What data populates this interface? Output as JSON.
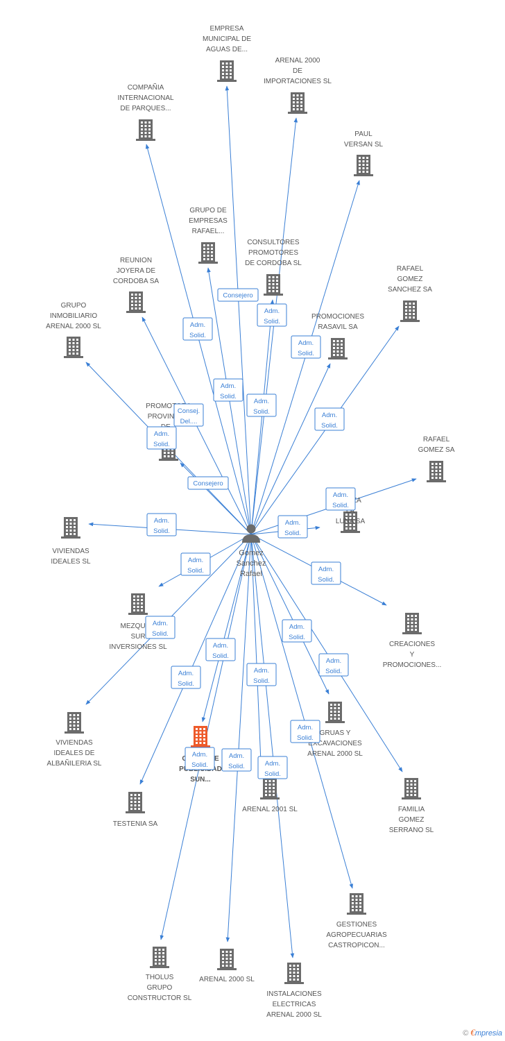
{
  "center": {
    "label": [
      "Gomez",
      "Sanchez",
      "Rafael"
    ]
  },
  "nodes": [
    {
      "id": "empresa-municipal",
      "label": [
        "EMPRESA",
        "MUNICIPAL DE",
        "AGUAS DE..."
      ],
      "edge": ""
    },
    {
      "id": "arenal-importaciones",
      "label": [
        "ARENAL 2000",
        "DE",
        "IMPORTACIONES SL"
      ],
      "edge": ""
    },
    {
      "id": "compania-internacional",
      "label": [
        "COMPAÑIA",
        "INTERNACIONAL",
        "DE PARQUES..."
      ],
      "edge": "Adm. Solid."
    },
    {
      "id": "paul-versan",
      "label": [
        "PAUL",
        "VERSAN SL"
      ],
      "edge": "Adm. Solid."
    },
    {
      "id": "grupo-empresas-rafael",
      "label": [
        "GRUPO DE",
        "EMPRESAS",
        "RAFAEL..."
      ],
      "edge": "Adm. Solid."
    },
    {
      "id": "consultores-promotores",
      "label": [
        "CONSULTORES",
        "PROMOTORES",
        "DE CORDOBA SL"
      ],
      "edge": "Adm. Solid."
    },
    {
      "id": "reunion-joyera",
      "label": [
        "REUNION",
        "JOYERA DE",
        "CORDOBA SA"
      ],
      "edge": "Consej. Del...."
    },
    {
      "id": "rafael-gomez-sanchez",
      "label": [
        "RAFAEL",
        "GOMEZ",
        "SANCHEZ SA"
      ],
      "edge": "Adm. Solid."
    },
    {
      "id": "grupo-inmobiliario",
      "label": [
        "GRUPO",
        "INMOBILIARIO",
        "ARENAL 2000 SL"
      ],
      "edge": "Adm. Solid."
    },
    {
      "id": "promociones-rasavil",
      "label": [
        "PROMOCIONES",
        "RASAVIL SA"
      ],
      "edge": "Adm. Solid."
    },
    {
      "id": "promotora-provincial",
      "label": [
        "PROMOTORA",
        "PROVINCIAL",
        "DE..."
      ],
      "edge": "Consejero"
    },
    {
      "id": "rafael-gomez-sa",
      "label": [
        "RAFAEL",
        "GOMEZ SA"
      ],
      "edge": "Adm. Solid."
    },
    {
      "id": "plaza-sa",
      "label": [
        "PLAZA",
        "LA",
        "LUNA SA"
      ],
      "edge": "Adm. Solid."
    },
    {
      "id": "viviendas-ideales",
      "label": [
        "VIVIENDAS",
        "IDEALES SL"
      ],
      "edge": "Adm. Solid."
    },
    {
      "id": "mezquita-sur",
      "label": [
        "MEZQUITA",
        "SUR",
        "INVERSIONES SL"
      ],
      "edge": "Adm. Solid."
    },
    {
      "id": "creaciones-promociones",
      "label": [
        "CREACIONES",
        "Y",
        "PROMOCIONES..."
      ],
      "edge": "Adm. Solid."
    },
    {
      "id": "viviendas-albanileria",
      "label": [
        "VIVIENDAS",
        "IDEALES DE",
        "ALBAÑILERIA SL"
      ],
      "edge": "Adm. Solid."
    },
    {
      "id": "gruas-excavaciones",
      "label": [
        "GRUAS Y",
        "EXCAVACIONES",
        "ARENAL 2000 SL"
      ],
      "edge": "Adm. Solid."
    },
    {
      "id": "grupo-publicidad",
      "label": [
        "GRUPO DE",
        "PUBLICIDAD",
        "SUN..."
      ],
      "edge": "Adm. Solid.",
      "focus": true
    },
    {
      "id": "testenia",
      "label": [
        "TESTENIA SA"
      ],
      "edge": "Adm. Solid."
    },
    {
      "id": "arenal-2001",
      "label": [
        "ARENAL 2001 SL"
      ],
      "edge": "Adm. Solid."
    },
    {
      "id": "familia-gomez-serrano",
      "label": [
        "FAMILIA",
        "GOMEZ",
        "SERRANO SL"
      ],
      "edge": "Adm. Solid."
    },
    {
      "id": "gestiones-agropecuarias",
      "label": [
        "GESTIONES",
        "AGROPECUARIAS",
        "CASTROPICON..."
      ],
      "edge": "Adm. Solid."
    },
    {
      "id": "tholus-grupo",
      "label": [
        "THOLUS",
        "GRUPO",
        "CONSTRUCTOR SL"
      ],
      "edge": "Adm. Solid."
    },
    {
      "id": "arenal-2000",
      "label": [
        "ARENAL 2000 SL"
      ],
      "edge": "Adm. Solid."
    },
    {
      "id": "instalaciones-electricas",
      "label": [
        "INSTALACIONES",
        "ELECTRICAS",
        "ARENAL 2000 SL"
      ],
      "edge": "Adm. Solid."
    }
  ],
  "extra_edge_labels": [
    "Consejero"
  ],
  "colors": {
    "edge": "#3a7fd5",
    "building": "#6b6b6b",
    "focus_building": "#ee5a2a",
    "person": "#6b6b6b"
  },
  "icons": {
    "company": "building-icon",
    "person": "person-icon"
  },
  "footer": {
    "copyright": "©",
    "brand_e": "€",
    "brand_rest": "mpresia"
  }
}
